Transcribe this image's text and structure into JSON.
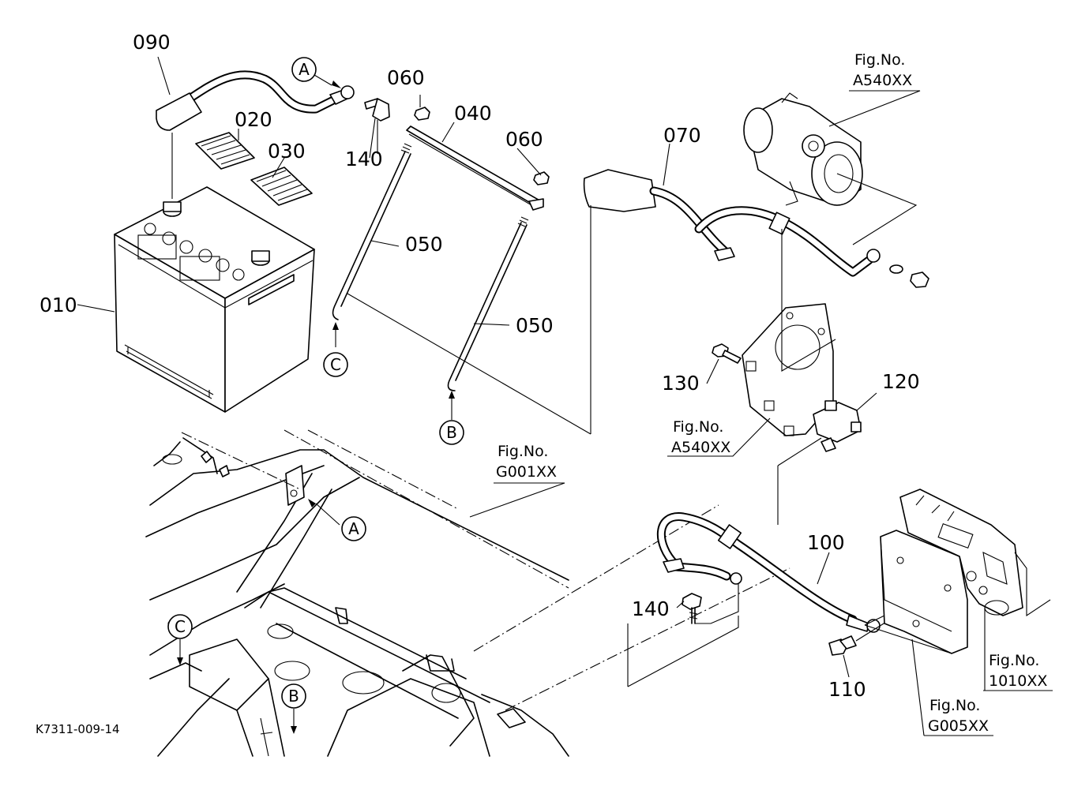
{
  "diagram_code": "K7311-009-14",
  "parts": {
    "p010": "010",
    "p020": "020",
    "p030": "030",
    "p040": "040",
    "p050a": "050",
    "p050b": "050",
    "p060a": "060",
    "p060b": "060",
    "p070": "070",
    "p090": "090",
    "p100": "100",
    "p110": "110",
    "p120": "120",
    "p130": "130",
    "p140a": "140",
    "p140b": "140"
  },
  "figure_refs": {
    "starter_prefix": "Fig.No.",
    "starter_code": "A540XX",
    "bracket_prefix": "Fig.No.",
    "bracket_code": "A540XX",
    "frame_prefix": "Fig.No.",
    "frame_code": "G001XX",
    "engine_prefix": "Fig.No.",
    "engine_code": "1010XX",
    "mount_prefix": "Fig.No.",
    "mount_code": "G005XX"
  },
  "ref_letters": {
    "a_top": "A",
    "a_frame": "A",
    "b_rod": "B",
    "b_frame": "B",
    "c_rod": "C",
    "c_frame": "C"
  }
}
